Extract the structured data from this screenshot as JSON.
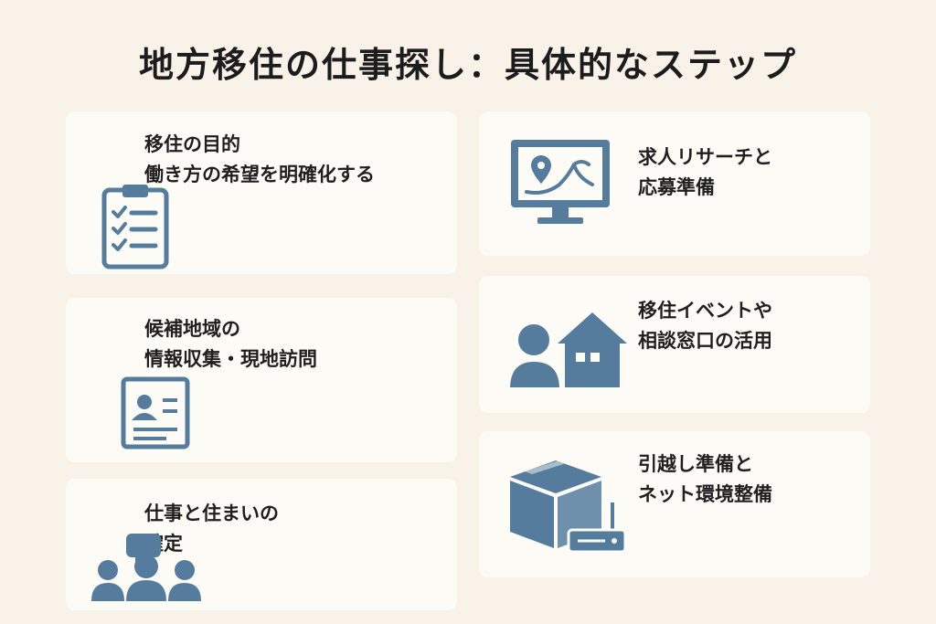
{
  "title": "地方移住の仕事探し：具体的なステップ",
  "colors": {
    "background": "#f8f2e8",
    "card": "#fdfbf6",
    "icon": "#557c9c"
  },
  "steps": [
    {
      "lines": [
        "移住の目的",
        "働き方の希望を明確化する"
      ],
      "icon": "clipboard-checklist-icon"
    },
    {
      "lines": [
        "候補地域の",
        "情報収集・現地訪問"
      ],
      "icon": "id-card-icon"
    },
    {
      "lines": [
        "仕事と住まいの",
        "確定"
      ],
      "icon": "people-meeting-icon"
    },
    {
      "lines": [
        "求人リサーチと",
        "応募準備"
      ],
      "icon": "monitor-map-icon"
    },
    {
      "lines": [
        "移住イベントや",
        "相談窓口の活用"
      ],
      "icon": "person-house-icon"
    },
    {
      "lines": [
        "引越し準備と",
        "ネット環境整備"
      ],
      "icon": "box-router-icon"
    }
  ]
}
